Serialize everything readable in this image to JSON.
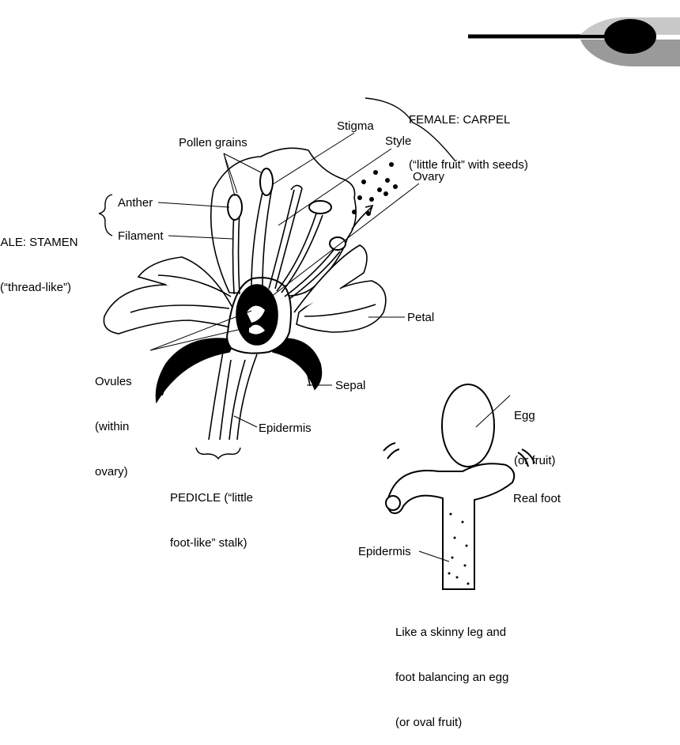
{
  "labels": {
    "female_carpel": {
      "line1": "FEMALE: CARPEL",
      "line2": "(“little fruit” with seeds)"
    },
    "stigma": "Stigma",
    "style": "Style",
    "ovary": "Ovary",
    "pollen_grains": "Pollen grains",
    "anther": "Anther",
    "filament": "Filament",
    "male_stamen": {
      "line1": "MALE: STAMEN",
      "line2": "(“thread-like”)"
    },
    "petal": "Petal",
    "ovules": {
      "line1": "Ovules",
      "line2": "(within",
      "line3": "ovary)"
    },
    "sepal": "Sepal",
    "epidermis_flower": "Epidermis",
    "pedicle": {
      "line1": "PEDICLE (“little",
      "line2": "foot-like” stalk)"
    },
    "egg": {
      "line1": "Egg",
      "line2": "(or fruit)"
    },
    "real_foot": "Real foot",
    "epidermis_leg": "Epidermis",
    "caption": {
      "line1": "Like a skinny leg and",
      "line2": "foot balancing an egg",
      "line3": "(or oval fruit)"
    }
  },
  "colors": {
    "ink": "#000000",
    "logo_gray": "#c8c8c8",
    "logo_dark_gray": "#9a9a9a"
  }
}
